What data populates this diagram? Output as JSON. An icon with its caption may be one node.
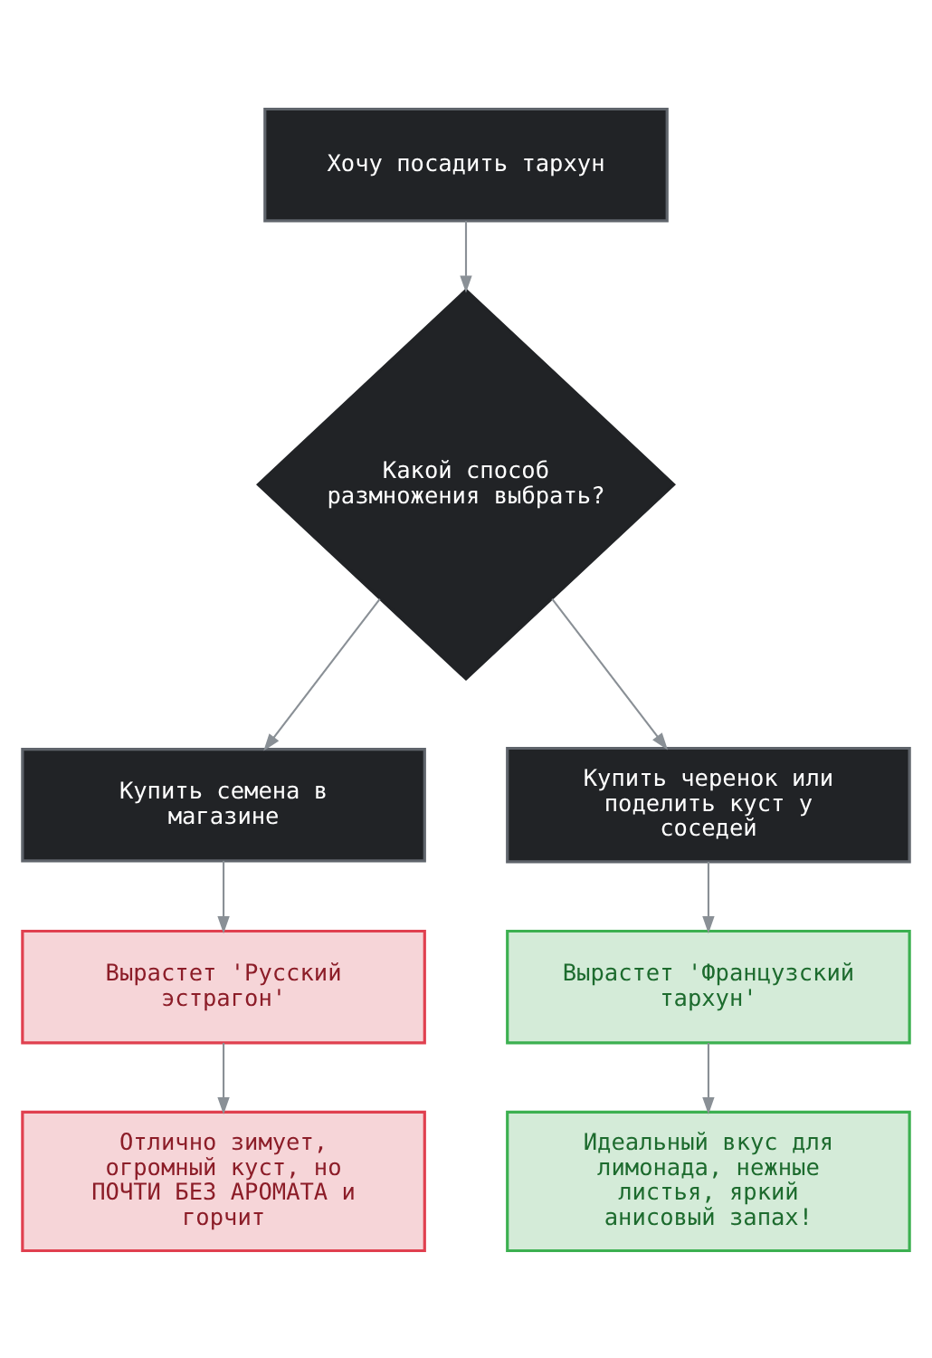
{
  "diagram": {
    "nodes": [
      {
        "text": [
          "Хочу посадить тархун"
        ]
      },
      {
        "text": [
          "Какой способ размножения выбрать?"
        ]
      },
      {
        "text": [
          "Купить семена в магазине"
        ]
      },
      {
        "text": [
          "Купить черенок или поделить куст у соседей"
        ]
      },
      {
        "text": [
          "Вырастет 'Русский эстрагон'"
        ]
      },
      {
        "text": [
          "Вырастет 'Французский тархун'"
        ]
      },
      {
        "text": [
          "Отлично зимует, огромный куст, но ПОЧТИ БЕЗ АРОМАТА и горчит"
        ]
      },
      {
        "text": [
          "Идеальный вкус для лимонада, нежные листья, яркий анисовый запах!"
        ]
      }
    ],
    "edges": [
      {
        "from": 0,
        "to": 1,
        "arrow": "to"
      },
      {
        "from": 1,
        "to": 2,
        "arrow": "to"
      },
      {
        "from": 1,
        "to": 3,
        "arrow": "to"
      },
      {
        "from": 2,
        "to": 4,
        "arrow": "to"
      },
      {
        "from": 3,
        "to": 5,
        "arrow": "to"
      },
      {
        "from": 4,
        "to": 6,
        "arrow": "to"
      },
      {
        "from": 5,
        "to": 7,
        "arrow": "to"
      }
    ]
  }
}
